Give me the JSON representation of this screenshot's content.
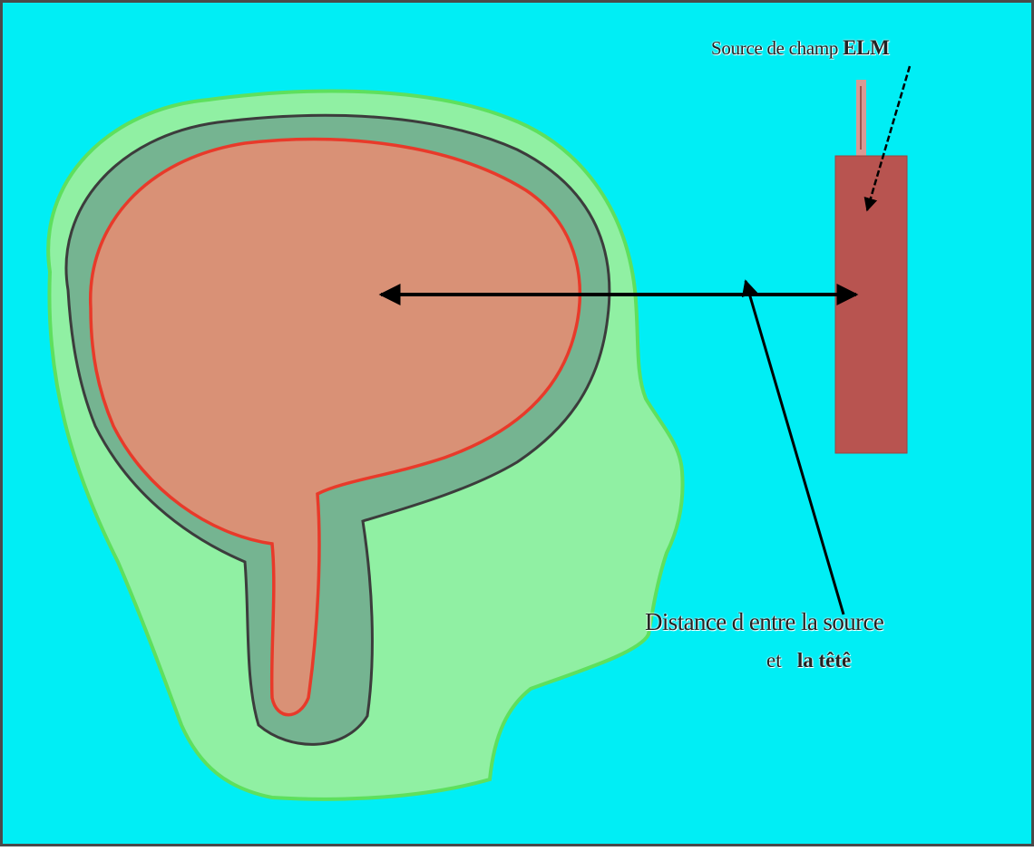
{
  "labels": {
    "source_prefix": "Source de champ ",
    "source_suffix": "ELM",
    "distance_line1": "Distance d entre la source",
    "distance_line2_a": "et",
    "distance_line2_b": "la  têtê"
  },
  "colors": {
    "background": "#00eef5",
    "frame": "#4a4a4a",
    "head_mesh": "#5ee05e",
    "skull_mesh": "#3c3c3c",
    "brain_mesh": "#e83a2a",
    "source_block": "#b85450",
    "arrow": "#000000"
  }
}
